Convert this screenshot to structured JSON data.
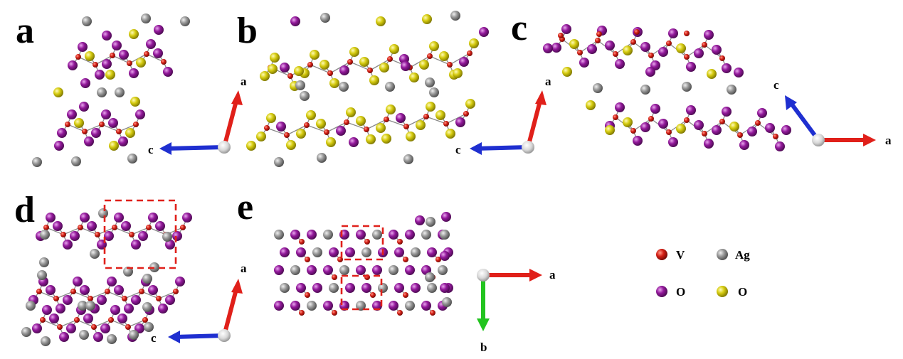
{
  "panels": [
    {
      "label": "a",
      "axes": {
        "horizontal": "c",
        "vertical": "a"
      }
    },
    {
      "label": "b",
      "axes": {
        "horizontal": "c",
        "vertical": "a"
      }
    },
    {
      "label": "c",
      "axes": {
        "horizontal": "a",
        "vertical": "c"
      }
    },
    {
      "label": "d",
      "axes": {
        "horizontal": "c",
        "vertical": "a"
      }
    },
    {
      "label": "e",
      "axes": {
        "horizontal": "a",
        "vertical": "b"
      }
    }
  ],
  "legend": [
    {
      "label": "V",
      "color": "#d42016"
    },
    {
      "label": "Ag",
      "color": "#9a9a9a"
    },
    {
      "label": "O",
      "color": "#93199b"
    },
    {
      "label": "O",
      "color": "#d6cc10"
    }
  ],
  "colors": {
    "V": "#d42016",
    "Ag": "#9a9a9a",
    "O_purple": "#93199b",
    "O_yellow": "#d6cc10",
    "axis_red": "#e0201a",
    "axis_blue": "#1f2fd0",
    "axis_green": "#22c41f",
    "unit_cell_box": "#e0201a"
  }
}
